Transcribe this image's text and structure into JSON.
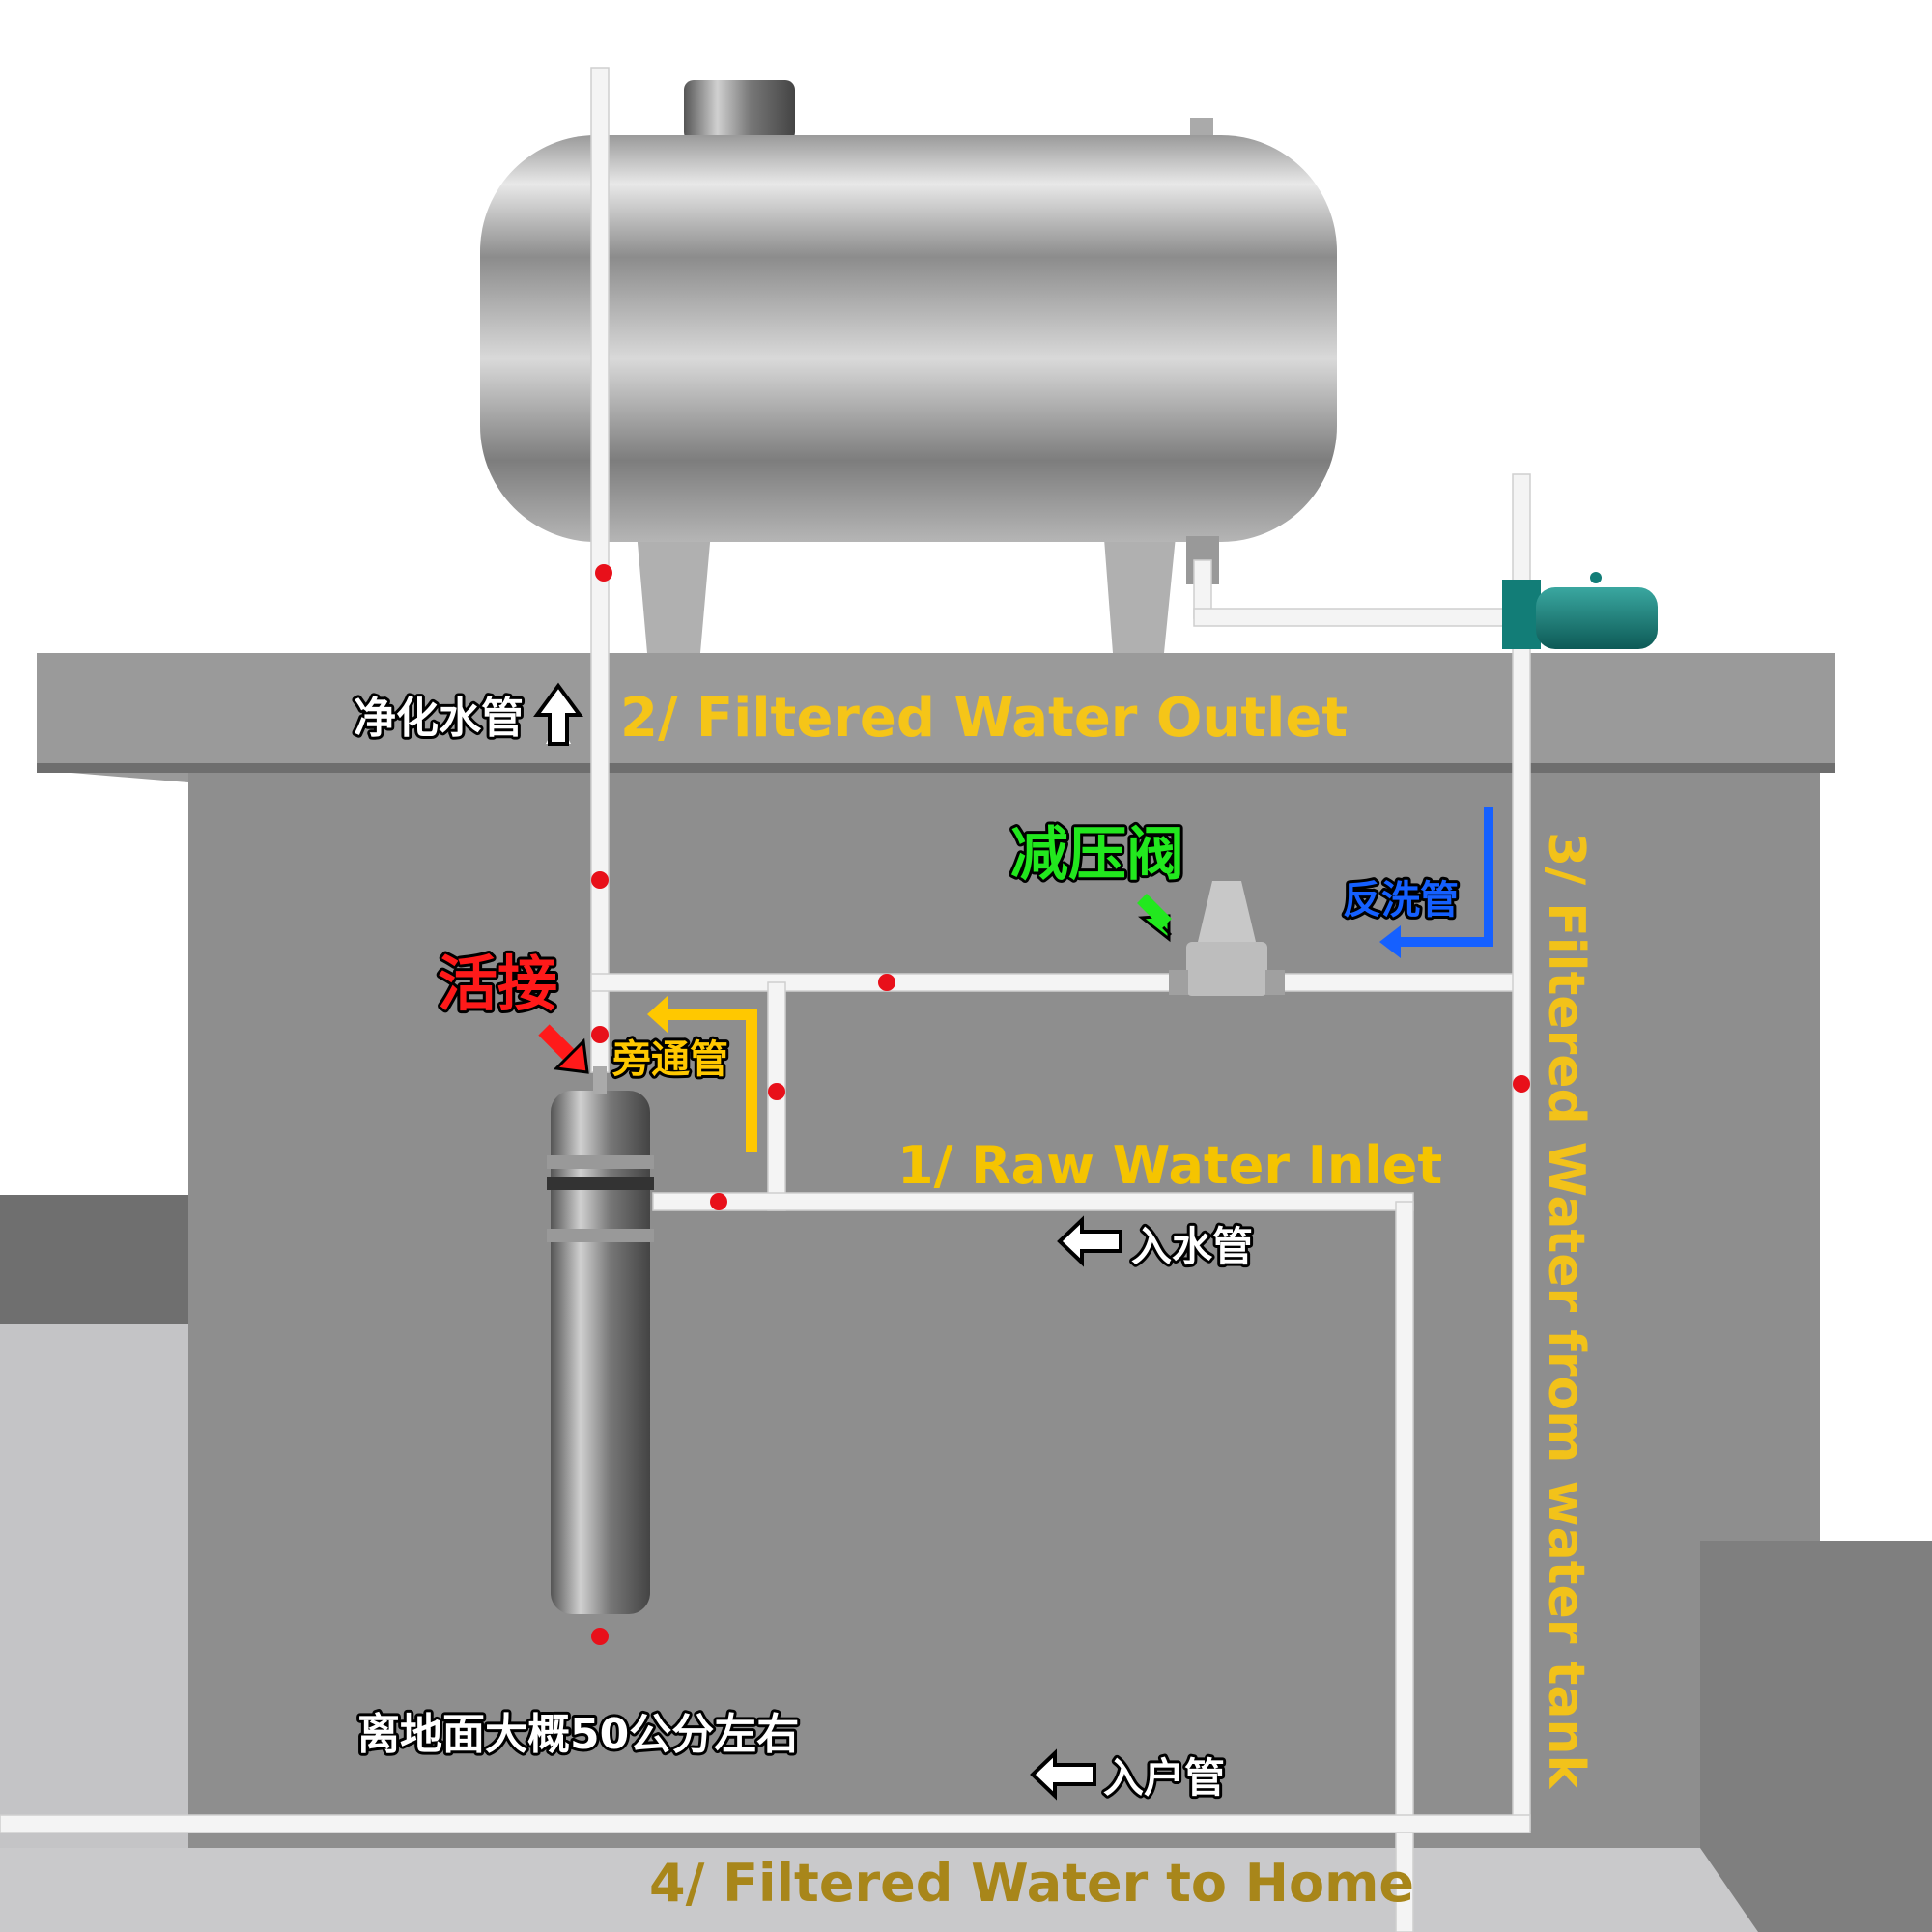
{
  "labels": {
    "outlet_cn": "净化水管",
    "outlet_en": "2/ Filtered Water Outlet",
    "prv_cn": "减压阀",
    "backwash_cn": "反洗管",
    "union_cn": "活接",
    "bypass_cn": "旁通管",
    "inlet_en": "1/ Raw Water Inlet",
    "inlet_cn": "入水管",
    "tank_en": "3/ Filtered Water from water tank",
    "height_note_cn": "离地面大概50公分左右",
    "home_cn": "入户管",
    "home_en": "4/ Filtered Water to Home"
  },
  "colors": {
    "outlet": "#f5c518",
    "inlet": "#f5c400",
    "tank_line": "#f2c21a",
    "home": "#a8861a",
    "prv": "#22e81e",
    "backwash": "#1560ff",
    "union": "#ff1a1a",
    "valve": "#e8101a",
    "wall": "#8f8f8f"
  }
}
